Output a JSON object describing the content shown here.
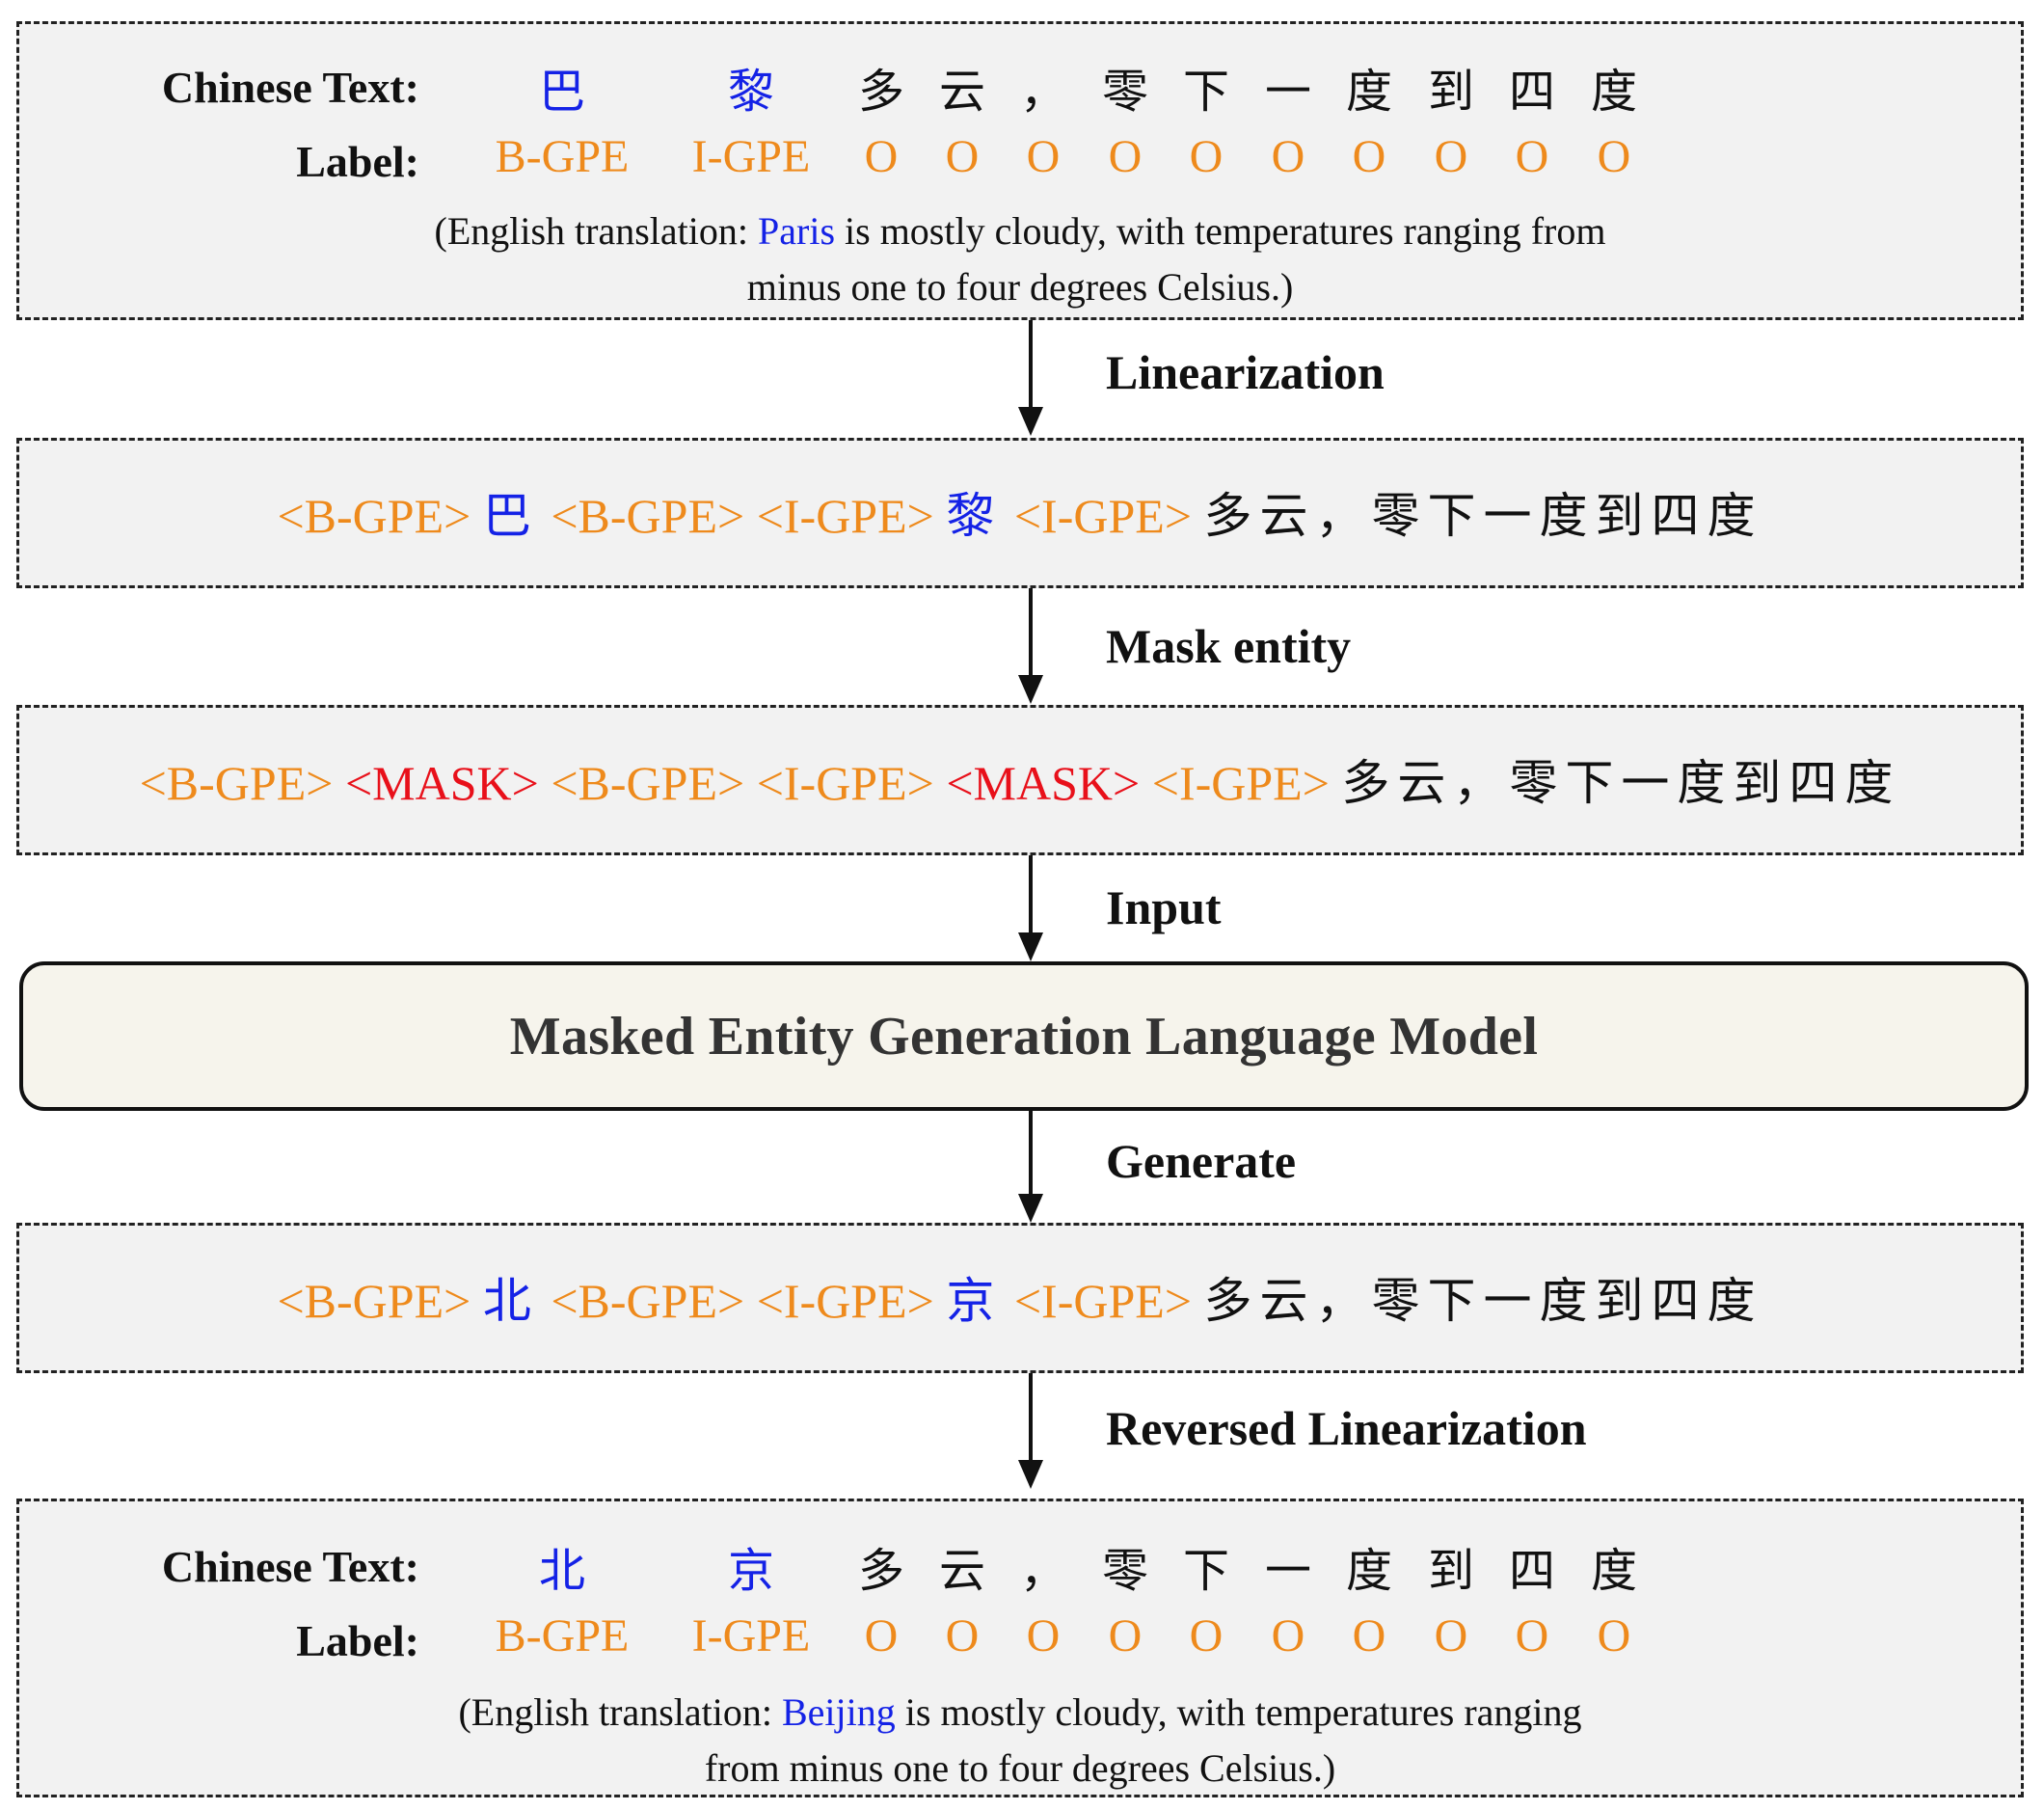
{
  "top_example": {
    "text_label": "Chinese Text:",
    "label_label": "Label:",
    "chars": [
      "巴",
      "黎",
      "多",
      "云",
      "，",
      "零",
      "下",
      "一",
      "度",
      "到",
      "四",
      "度"
    ],
    "labels": [
      "B-GPE",
      "I-GPE",
      "O",
      "O",
      "O",
      "O",
      "O",
      "O",
      "O",
      "O",
      "O",
      "O"
    ],
    "translation": {
      "prefix": "(English translation: ",
      "entity": "Paris",
      "rest": " is mostly cloudy, with temperatures ranging from",
      "line2": "minus one to four degrees Celsius.)"
    }
  },
  "steps": {
    "linearization": "Linearization",
    "mask_entity": "Mask entity",
    "input": "Input",
    "generate": "Generate",
    "reversed_linearization": "Reversed Linearization"
  },
  "linearized": [
    {
      "t": "<B-GPE>",
      "c": "orange"
    },
    {
      "t": "巴",
      "c": "blue",
      "zh": true
    },
    {
      "t": "<B-GPE>",
      "c": "orange"
    },
    {
      "t": "<I-GPE>",
      "c": "orange"
    },
    {
      "t": "黎",
      "c": "blue",
      "zh": true
    },
    {
      "t": "<I-GPE>",
      "c": "orange"
    },
    {
      "t": "多云，零下一度到四度",
      "c": "black",
      "zh": true
    }
  ],
  "masked": [
    {
      "t": "<B-GPE>",
      "c": "orange"
    },
    {
      "t": "<MASK>",
      "c": "red"
    },
    {
      "t": "<B-GPE>",
      "c": "orange"
    },
    {
      "t": "<I-GPE>",
      "c": "orange"
    },
    {
      "t": "<MASK>",
      "c": "red"
    },
    {
      "t": "<I-GPE>",
      "c": "orange"
    },
    {
      "t": "多云，零下一度到四度",
      "c": "black",
      "zh": true
    }
  ],
  "model": {
    "title": "Masked Entity Generation Language Model"
  },
  "generated": [
    {
      "t": "<B-GPE>",
      "c": "orange"
    },
    {
      "t": "北",
      "c": "blue",
      "zh": true
    },
    {
      "t": "<B-GPE>",
      "c": "orange"
    },
    {
      "t": "<I-GPE>",
      "c": "orange"
    },
    {
      "t": "京",
      "c": "blue",
      "zh": true
    },
    {
      "t": "<I-GPE>",
      "c": "orange"
    },
    {
      "t": "多云，零下一度到四度",
      "c": "black",
      "zh": true
    }
  ],
  "bottom_example": {
    "text_label": "Chinese Text:",
    "label_label": "Label:",
    "chars": [
      "北",
      "京",
      "多",
      "云",
      "，",
      "零",
      "下",
      "一",
      "度",
      "到",
      "四",
      "度"
    ],
    "labels": [
      "B-GPE",
      "I-GPE",
      "O",
      "O",
      "O",
      "O",
      "O",
      "O",
      "O",
      "O",
      "O",
      "O"
    ],
    "translation": {
      "prefix": "(English translation: ",
      "entity": "Beijing",
      "rest": " is mostly cloudy, with temperatures ranging",
      "line2": "from minus one to four degrees Celsius.)"
    }
  },
  "colors": {
    "entity": "#1422e6",
    "label": "#ee8a1c",
    "mask": "#e8101a"
  }
}
